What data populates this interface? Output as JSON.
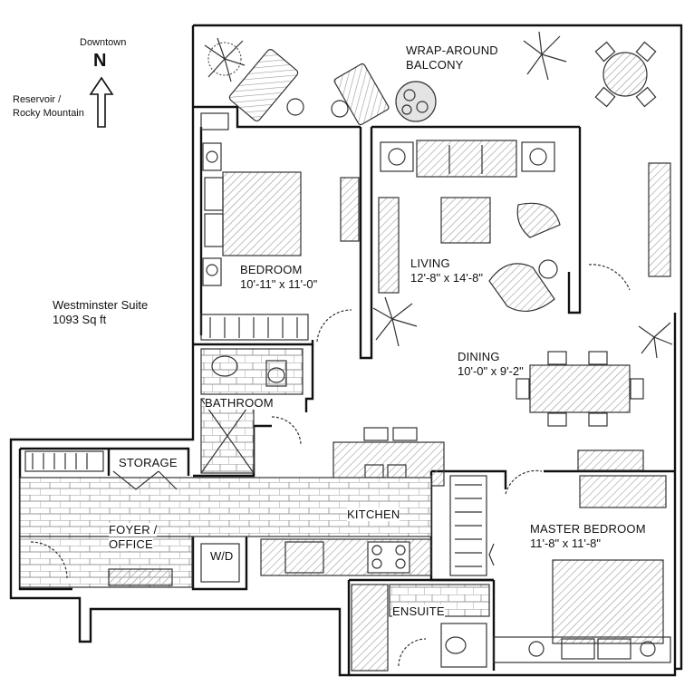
{
  "compass": {
    "direction_label": "Downtown",
    "north_letter": "N",
    "side_label_line1": "Reservoir /",
    "side_label_line2": "Rocky Mountain"
  },
  "suite": {
    "name": "Westminster Suite",
    "area": "1093 Sq ft"
  },
  "rooms": {
    "balcony": {
      "line1": "WRAP-AROUND",
      "line2": "BALCONY"
    },
    "bedroom": {
      "name": "BEDROOM",
      "size": "10'-11\" x 11'-0\""
    },
    "living": {
      "name": "LIVING",
      "size": "12'-8\" x 14'-8\""
    },
    "dining": {
      "name": "DINING",
      "size": "10'-0\" x 9'-2\""
    },
    "bathroom": {
      "name": "BATHROOM"
    },
    "storage": {
      "name": "STORAGE"
    },
    "kitchen": {
      "name": "KITCHEN"
    },
    "foyer": {
      "line1": "FOYER /",
      "line2": "OFFICE"
    },
    "wd": {
      "name": "W/D"
    },
    "master": {
      "name": "MASTER BEDROOM",
      "size": "11'-8\" x 11'-8\""
    },
    "ensuite": {
      "name": "ENSUITE"
    }
  },
  "colors": {
    "wall": "#111111",
    "fixture": "#555555",
    "hatch": "#999999",
    "background": "#ffffff"
  }
}
